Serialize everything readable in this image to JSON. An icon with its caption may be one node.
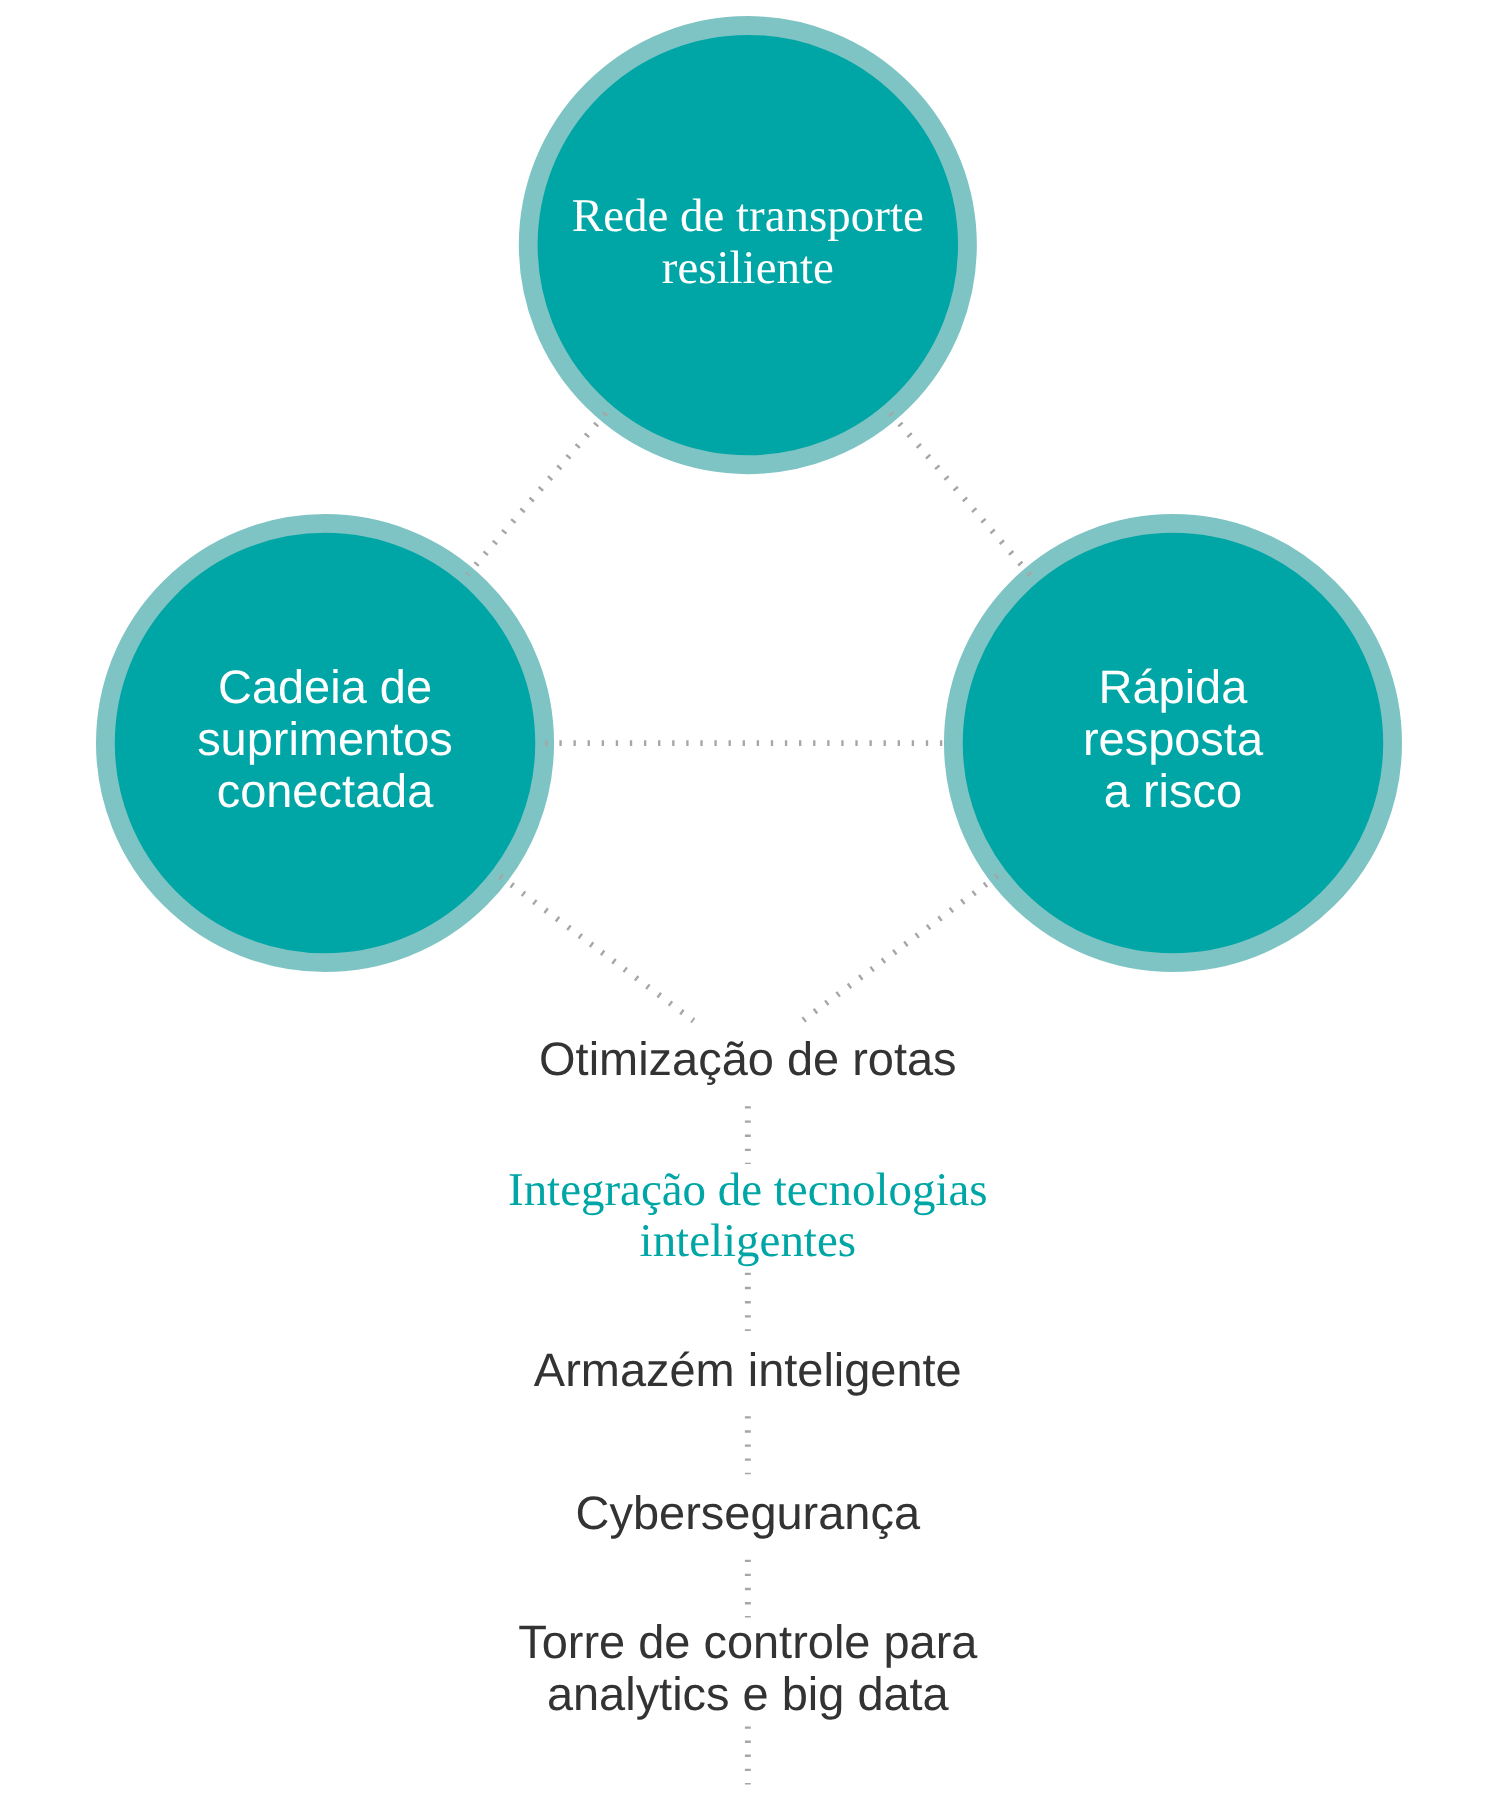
{
  "diagram": {
    "nodes": [
      {
        "text": [
          "Rede de transporte resiliente"
        ]
      },
      {
        "text": [
          "Cadeia de suprimentos conectada"
        ]
      },
      {
        "text": [
          "Rápida resposta a risco"
        ]
      },
      {
        "text": [
          "Otimização de rotas"
        ]
      },
      {
        "text": [
          "Integração de tecnologias inteligentes"
        ]
      },
      {
        "text": [
          "Armazém inteligente"
        ]
      },
      {
        "text": [
          "Cybersegurança"
        ]
      },
      {
        "text": [
          "Torre de controle para analytics e big data"
        ]
      }
    ],
    "edges": [
      {
        "from": 0,
        "to": 1,
        "arrow": "none"
      },
      {
        "from": 0,
        "to": 2,
        "arrow": "none"
      },
      {
        "from": 1,
        "to": 2,
        "arrow": "none"
      },
      {
        "from": 1,
        "to": 3,
        "arrow": "none"
      },
      {
        "from": 2,
        "to": 3,
        "arrow": "none"
      },
      {
        "from": 3,
        "to": 4,
        "arrow": "none"
      },
      {
        "from": 4,
        "to": 5,
        "arrow": "none"
      },
      {
        "from": 5,
        "to": 6,
        "arrow": "none"
      },
      {
        "from": 6,
        "to": 7,
        "arrow": "none"
      },
      {
        "from": 7,
        "to": null,
        "arrow": "none"
      }
    ]
  }
}
